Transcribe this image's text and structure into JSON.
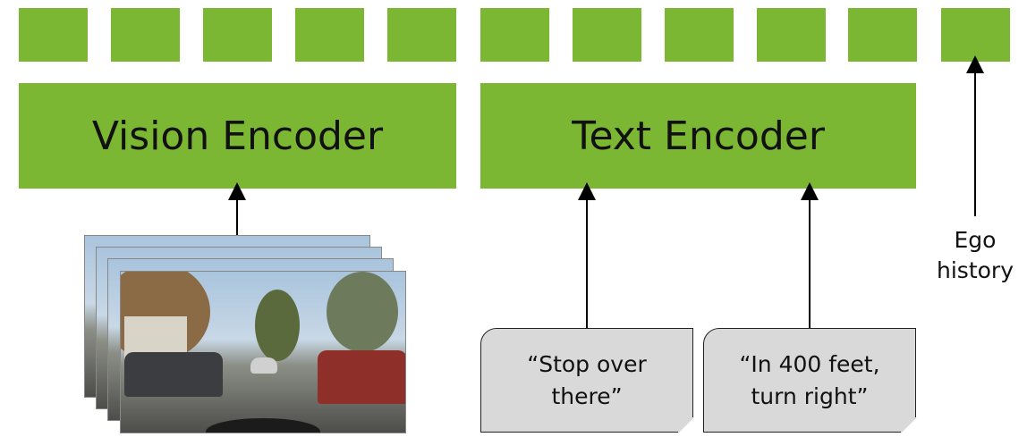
{
  "tokens": {
    "count": 11,
    "color": "#7cb733"
  },
  "encoders": {
    "vision": {
      "label": "Vision Encoder"
    },
    "text": {
      "label": "Text Encoder"
    }
  },
  "inputs": {
    "camera_frames": {
      "description": "",
      "count": 4
    },
    "prompts": [
      {
        "line1": "“Stop over",
        "line2": "there”"
      },
      {
        "line1": "“In 400 feet,",
        "line2": "turn right”"
      }
    ],
    "ego_history": {
      "line1": "Ego",
      "line2": "history"
    }
  },
  "colors": {
    "green": "#7cb733",
    "prompt_fill": "#d9d9d9",
    "arrow": "#000000"
  }
}
